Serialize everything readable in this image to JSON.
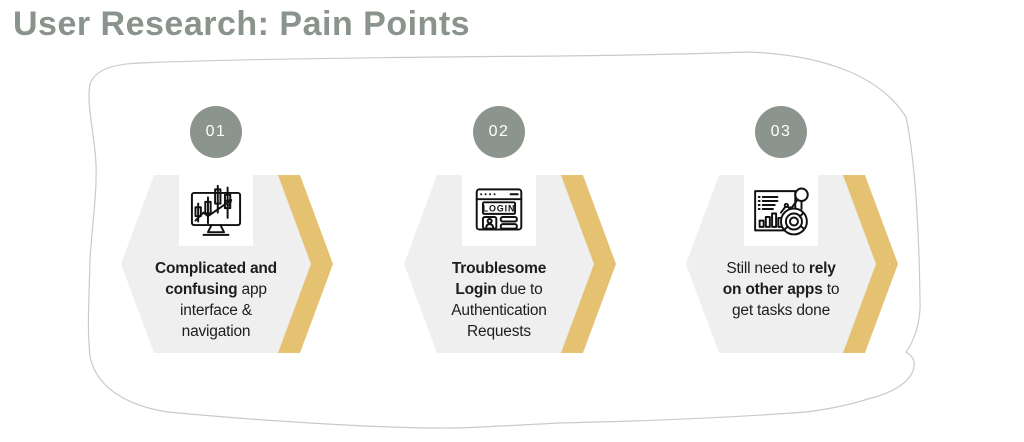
{
  "title": "User Research: Pain Points",
  "colors": {
    "title": "#8a948c",
    "circle": "#8b948d",
    "hexagon_fill": "#efefef",
    "accent_gold": "#e4c271",
    "body_text": "#1d1d1b",
    "frame_outline": "#c8cbc9"
  },
  "cards": [
    {
      "number": "01",
      "icon": "candlestick-chart-monitor-icon",
      "lines": [
        [
          {
            "t": "Complicated and",
            "b": true
          }
        ],
        [
          {
            "t": "confusing",
            "b": true
          },
          {
            "t": " app",
            "b": false
          }
        ],
        [
          {
            "t": "interface &",
            "b": false
          }
        ],
        [
          {
            "t": "navigation",
            "b": false
          }
        ]
      ]
    },
    {
      "number": "02",
      "icon": "login-window-icon",
      "icon_text": "LOGIN",
      "lines": [
        [
          {
            "t": "Troublesome",
            "b": true
          }
        ],
        [
          {
            "t": "Login",
            "b": true
          },
          {
            "t": " due to",
            "b": false
          }
        ],
        [
          {
            "t": "Authentication",
            "b": false
          }
        ],
        [
          {
            "t": "Requests",
            "b": false
          }
        ]
      ]
    },
    {
      "number": "03",
      "icon": "analytics-dashboard-icon",
      "lines": [
        [
          {
            "t": "Still need to ",
            "b": false
          },
          {
            "t": "rely",
            "b": true
          }
        ],
        [
          {
            "t": "on other apps",
            "b": true
          },
          {
            "t": " to",
            "b": false
          }
        ],
        [
          {
            "t": "get tasks done",
            "b": false
          }
        ]
      ]
    }
  ]
}
